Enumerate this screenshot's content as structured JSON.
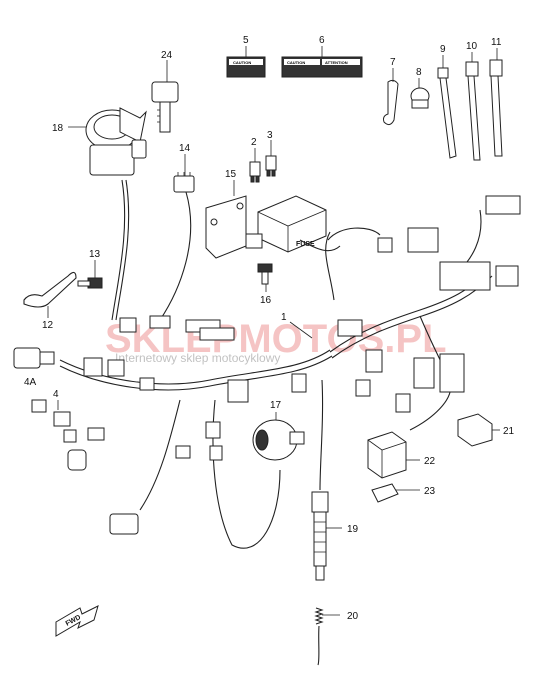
{
  "callouts": [
    {
      "id": "c1",
      "text": "1"
    },
    {
      "id": "c2",
      "text": "2"
    },
    {
      "id": "c3",
      "text": "3"
    },
    {
      "id": "c4",
      "text": "4"
    },
    {
      "id": "c4a",
      "text": "4A"
    },
    {
      "id": "c5",
      "text": "5"
    },
    {
      "id": "c6",
      "text": "6"
    },
    {
      "id": "c7",
      "text": "7"
    },
    {
      "id": "c8",
      "text": "8"
    },
    {
      "id": "c9",
      "text": "9"
    },
    {
      "id": "c10",
      "text": "10"
    },
    {
      "id": "c11",
      "text": "11"
    },
    {
      "id": "c12",
      "text": "12"
    },
    {
      "id": "c13",
      "text": "13"
    },
    {
      "id": "c14",
      "text": "14"
    },
    {
      "id": "c15",
      "text": "15"
    },
    {
      "id": "c16",
      "text": "16"
    },
    {
      "id": "c17",
      "text": "17"
    },
    {
      "id": "c18",
      "text": "18"
    },
    {
      "id": "c19",
      "text": "19"
    },
    {
      "id": "c20",
      "text": "20"
    },
    {
      "id": "c21",
      "text": "21"
    },
    {
      "id": "c22",
      "text": "22"
    },
    {
      "id": "c23",
      "text": "23"
    },
    {
      "id": "c24",
      "text": "24"
    }
  ],
  "labels": {
    "caution": "CAUTION",
    "caution2": "CAUTION",
    "attention": "ATTENTION",
    "fuse": "FUSE"
  },
  "watermark": {
    "brand": "SKLEPMOTOS.PL",
    "tagline": "Internetowy sklep motocyklowy"
  },
  "direction": "FWD",
  "colors": {
    "watermark": "#e35a5a",
    "line": "#222222"
  }
}
